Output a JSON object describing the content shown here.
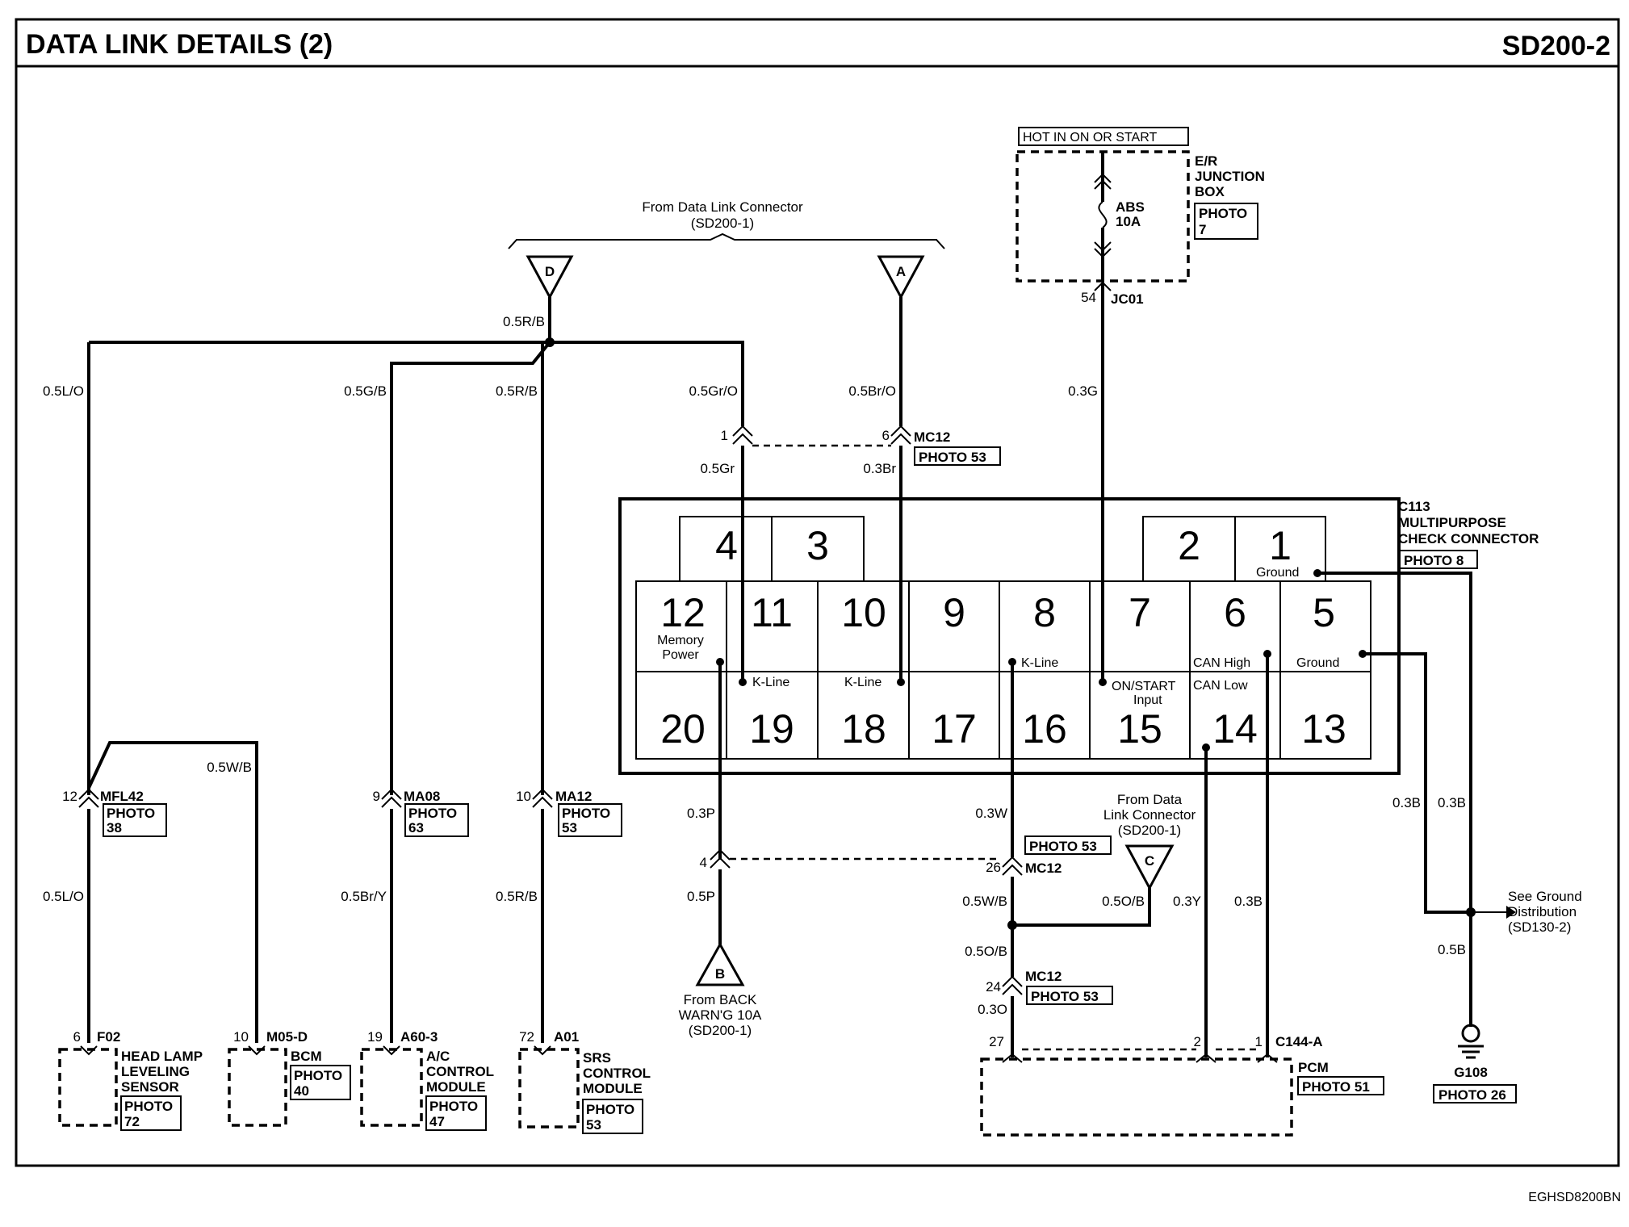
{
  "header": {
    "title": "DATA LINK DETAILS (2)",
    "page_code": "SD200-2"
  },
  "footer": {
    "drawing_code": "EGHSD8200BN"
  },
  "from_dlc": {
    "line1": "From Data Link Connector",
    "line2": "(SD200-1)"
  },
  "refs": {
    "d": "D",
    "a": "A",
    "b": "B",
    "c": "C"
  },
  "from_dlc_c": {
    "line1": "From Data",
    "line2": "Link Connector",
    "line3": "(SD200-1)"
  },
  "from_back": {
    "line1": "From BACK",
    "line2": "WARN'G 10A",
    "line3": "(SD200-1)"
  },
  "hot": "HOT IN ON OR START",
  "junction_box": {
    "line1": "E/R",
    "line2": "JUNCTION",
    "line3": "BOX",
    "photo1": "PHOTO",
    "photo2": "7"
  },
  "fuse": {
    "name": "ABS",
    "rating": "10A"
  },
  "jc01": {
    "pin": "54",
    "name": "JC01"
  },
  "wires": {
    "w05RB_top": "0.5R/B",
    "w05LO_a": "0.5L/O",
    "w05GB": "0.5G/B",
    "w05RB_a": "0.5R/B",
    "w05GrO": "0.5Gr/O",
    "w05BrO": "0.5Br/O",
    "w03G": "0.3G",
    "w05Gr": "0.5Gr",
    "w03Br": "0.3Br",
    "w05WB_a": "0.5W/B",
    "w05LO_b": "0.5L/O",
    "w05BrY": "0.5Br/Y",
    "w05RB_b": "0.5R/B",
    "w03P": "0.3P",
    "w05P": "0.5P",
    "w03W": "0.3W",
    "w05WB_b": "0.5W/B",
    "w05OB_a": "0.5O/B",
    "w05OB_b": "0.5O/B",
    "w03Y": "0.3Y",
    "w03B_a": "0.3B",
    "w03O": "0.3O",
    "w03B_b": "0.3B",
    "w03B_c": "0.3B",
    "w05B": "0.5B"
  },
  "mc12_top": {
    "pin_left": "1",
    "pin_right": "6",
    "name": "MC12",
    "photo": "PHOTO 53"
  },
  "c113": {
    "line1": "C113",
    "line2": "MULTIPURPOSE",
    "line3": "CHECK CONNECTOR",
    "photo": "PHOTO 8",
    "pins": [
      "1",
      "2",
      "3",
      "4",
      "5",
      "6",
      "7",
      "8",
      "9",
      "10",
      "11",
      "12",
      "13",
      "14",
      "15",
      "16",
      "17",
      "18",
      "19",
      "20"
    ],
    "labels": {
      "ground1": "Ground",
      "memory1": "Memory",
      "memory2": "Power",
      "kline11": "K-Line",
      "kline10": "K-Line",
      "kline8": "K-Line",
      "onstart1": "ON/START",
      "onstart2": "Input",
      "canhigh": "CAN High",
      "canlow": "CAN Low",
      "ground5": "Ground"
    }
  },
  "mfl42": {
    "pin": "12",
    "name": "MFL42",
    "photo1": "PHOTO",
    "photo2": "38"
  },
  "ma08": {
    "pin": "9",
    "name": "MA08",
    "photo1": "PHOTO",
    "photo2": "63"
  },
  "ma12": {
    "pin": "10",
    "name": "MA12",
    "photo1": "PHOTO",
    "photo2": "53"
  },
  "mc12_mid": {
    "pin": "4",
    "photo": "PHOTO 53",
    "pin26": "26",
    "name": "MC12"
  },
  "mc12_low": {
    "pin": "24",
    "name": "MC12",
    "photo": "PHOTO 53"
  },
  "ground_dist": {
    "line1": "See Ground",
    "line2": "Distribution",
    "line3": "(SD130-2)"
  },
  "g108": {
    "name": "G108",
    "photo": "PHOTO 26"
  },
  "f02": {
    "pin": "6",
    "name": "F02",
    "line1": "HEAD LAMP",
    "line2": "LEVELING",
    "line3": "SENSOR",
    "photo1": "PHOTO",
    "photo2": "72"
  },
  "m05": {
    "pin": "10",
    "name": "M05-D",
    "line1": "BCM",
    "photo1": "PHOTO",
    "photo2": "40"
  },
  "a60": {
    "pin": "19",
    "name": "A60-3",
    "line1": "A/C",
    "line2": "CONTROL",
    "line3": "MODULE",
    "photo1": "PHOTO",
    "photo2": "47"
  },
  "a01": {
    "pin": "72",
    "name": "A01",
    "line1": "SRS",
    "line2": "CONTROL",
    "line3": "MODULE",
    "photo1": "PHOTO",
    "photo2": "53"
  },
  "pcm": {
    "pin27": "27",
    "pin2": "2",
    "pin1": "1",
    "conn": "C144-A",
    "name": "PCM",
    "photo": "PHOTO 51"
  }
}
